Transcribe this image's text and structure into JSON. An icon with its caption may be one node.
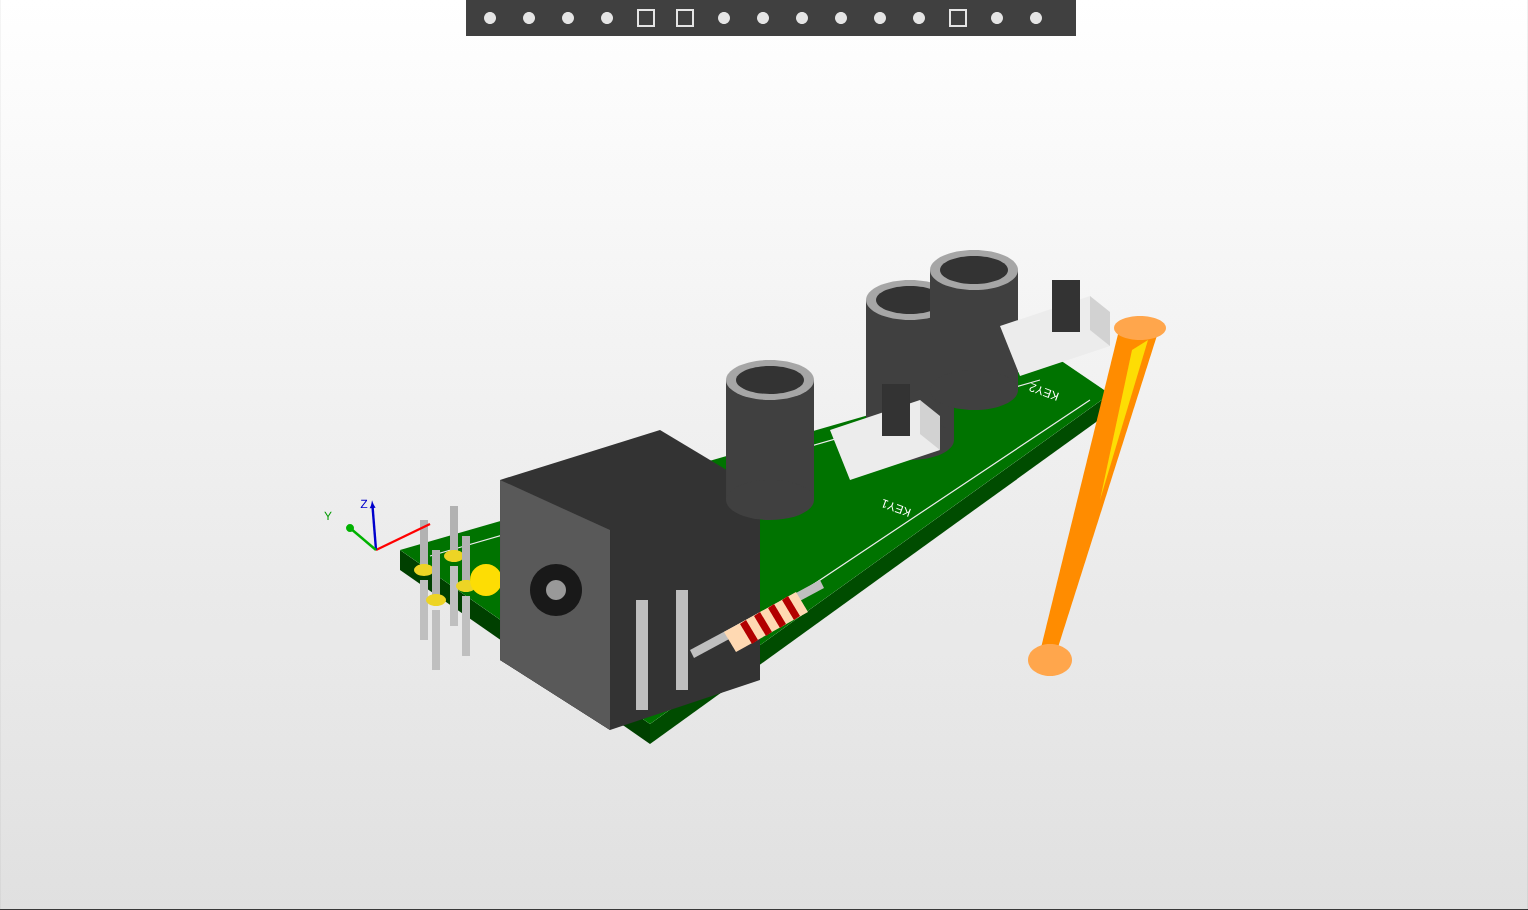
{
  "diagram": {
    "labels": [
      "Y",
      "Z",
      "KEY1",
      "KEY2"
    ]
  }
}
